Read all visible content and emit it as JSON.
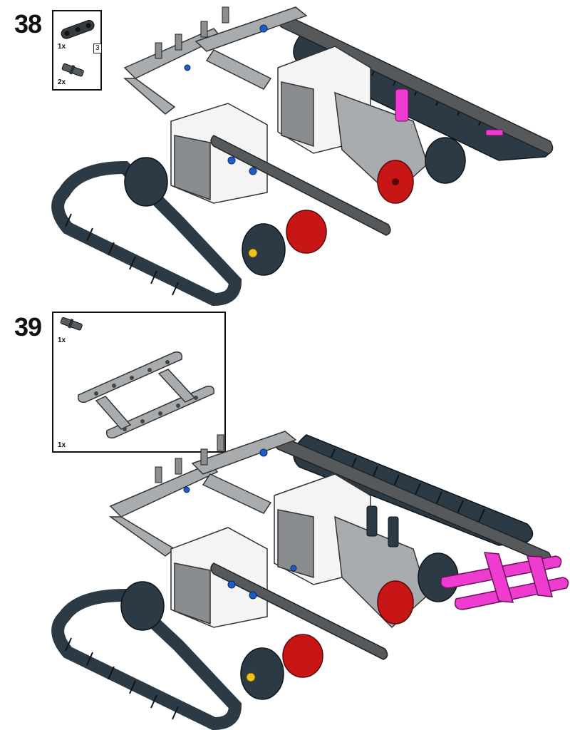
{
  "steps": [
    {
      "number": "38",
      "parts": [
        {
          "quantity": "1x",
          "part": "dark-gray-thin-beam",
          "length": "3"
        },
        {
          "quantity": "2x",
          "part": "dark-gray-axle-pin"
        }
      ]
    },
    {
      "number": "39",
      "parts": [
        {
          "quantity": "1x",
          "part": "dark-gray-axle-pin"
        },
        {
          "quantity": "1x",
          "part": "light-gray-frame"
        }
      ]
    }
  ],
  "colors": {
    "track": "#2b3a45",
    "light_gray": "#a9acae",
    "dark_gray": "#5a5d60",
    "white_motor": "#f4f4f4",
    "red_hub": "#c81616",
    "magenta": "#ee3bd0",
    "blue_pin": "#1e5cc8",
    "yellow": "#f0c41e"
  }
}
